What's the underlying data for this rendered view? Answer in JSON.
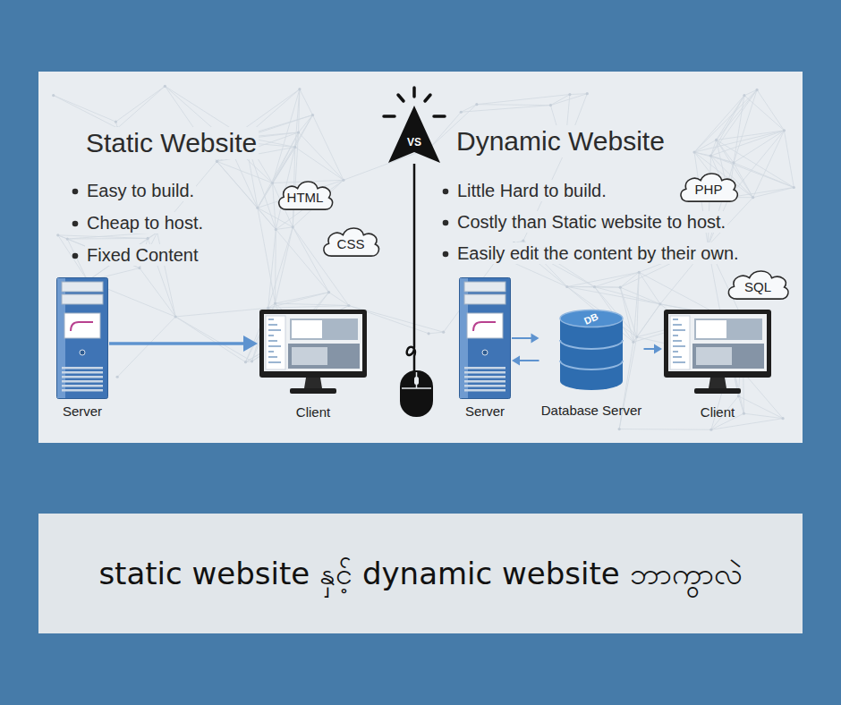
{
  "diagram": {
    "title": "static website နှင့် dynamic website ဘာကွာလဲ",
    "nodes": [
      {
        "text": [
          "HTML"
        ]
      },
      {
        "text": [
          "CSS"
        ]
      },
      {
        "text": [
          "Server"
        ]
      },
      {
        "text": [
          "Client"
        ]
      },
      {
        "text": [
          "VS"
        ]
      },
      {
        "text": [
          "PHP"
        ]
      },
      {
        "text": [
          "SQL"
        ]
      },
      {
        "text": [
          "Server"
        ]
      },
      {
        "text": [
          "DB",
          "Database Server"
        ]
      },
      {
        "text": [
          "Client"
        ]
      }
    ],
    "edges": [
      {
        "from": 2,
        "to": 3,
        "arrow": "to"
      },
      {
        "from": 7,
        "to": 8,
        "arrow": "to"
      },
      {
        "from": 8,
        "to": 7,
        "arrow": "to"
      },
      {
        "from": 8,
        "to": 9,
        "arrow": "to"
      }
    ],
    "labels": [
      "Static Website",
      "Easy to build.",
      "Cheap to host.",
      "Fixed Content",
      "Dynamic Website",
      "Little Hard to build.",
      "Costly than Static website to host.",
      "Easily edit the content by their own."
    ]
  }
}
